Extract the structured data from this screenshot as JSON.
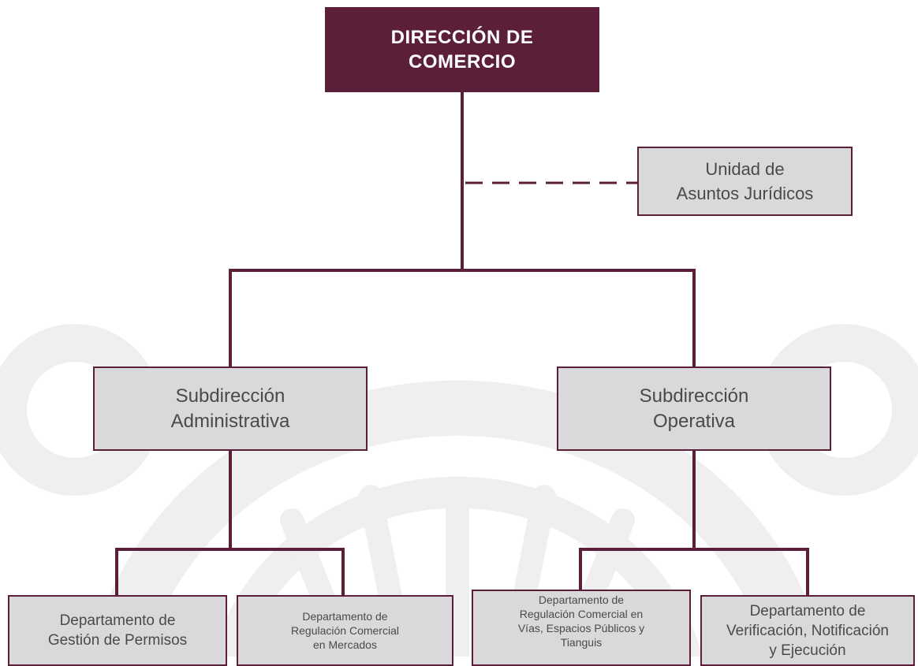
{
  "chart": {
    "director": "DIRECCIÓN DE\nCOMERCIO",
    "advisory_unit": "Unidad de\nAsuntos Jurídicos",
    "subdirections": [
      {
        "title": "Subdirección\nAdministrativa",
        "departments": [
          "Departamento de\nGestión de Permisos",
          "Departamento de\nRegulación Comercial\nen Mercados"
        ]
      },
      {
        "title": "Subdirección\nOperativa",
        "departments": [
          "Departamento de\nRegulación Comercial en\nVías, Espacios Públicos y\nTianguis",
          "Departamento de\nVerificación, Notificación\ny Ejecución"
        ]
      }
    ]
  },
  "colors": {
    "primary": "#5b1f3a",
    "box_fill": "#d9d9dc",
    "text": "#4a4a4a",
    "watermark": "#efefef"
  }
}
